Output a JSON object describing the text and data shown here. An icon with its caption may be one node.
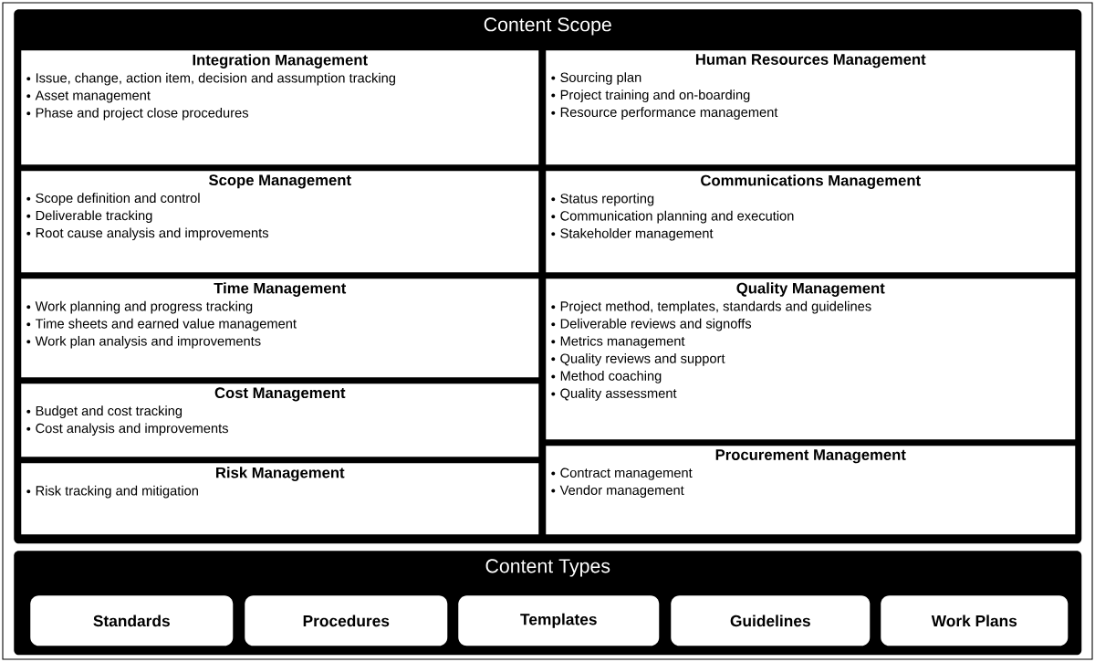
{
  "diagram": {
    "nodes": [
      {
        "text": [
          "Content Scope"
        ]
      },
      {
        "text": [
          "Integration Management",
          "Issue, change, action item, decision and assumption tracking",
          "Asset management",
          "Phase and project close procedures"
        ],
        "in": 0
      },
      {
        "text": [
          "Scope Management",
          "Scope definition and control",
          "Deliverable tracking",
          "Root cause analysis and improvements"
        ],
        "in": 0
      },
      {
        "text": [
          "Time Management",
          "Work planning and progress tracking",
          "Time sheets and earned value management",
          "Work plan analysis and improvements"
        ],
        "in": 0
      },
      {
        "text": [
          "Cost Management",
          "Budget and cost tracking",
          "Cost analysis and improvements"
        ],
        "in": 0
      },
      {
        "text": [
          "Risk Management",
          "Risk tracking and mitigation"
        ],
        "in": 0
      },
      {
        "text": [
          "Human Resources Management",
          "Sourcing plan",
          "Project training and on-boarding",
          "Resource performance management"
        ],
        "in": 0
      },
      {
        "text": [
          "Communications Management",
          "Status reporting",
          "Communication planning and execution",
          "Stakeholder management"
        ],
        "in": 0
      },
      {
        "text": [
          "Quality Management",
          "Project method, templates, standards and guidelines",
          "Deliverable reviews and signoffs",
          "Metrics management",
          "Quality reviews and support",
          "Method coaching",
          "Quality assessment"
        ],
        "in": 0
      },
      {
        "text": [
          "Procurement Management",
          "Contract management",
          "Vendor management"
        ],
        "in": 0
      },
      {
        "text": [
          "Content Types"
        ]
      },
      {
        "text": [
          "Standards"
        ],
        "in": 10
      },
      {
        "text": [
          "Procedures"
        ],
        "in": 10
      },
      {
        "text": [
          "Templates"
        ],
        "in": 10
      },
      {
        "text": [
          "Guidelines"
        ],
        "in": 10
      },
      {
        "text": [
          "Work Plans"
        ],
        "in": 10
      }
    ]
  }
}
